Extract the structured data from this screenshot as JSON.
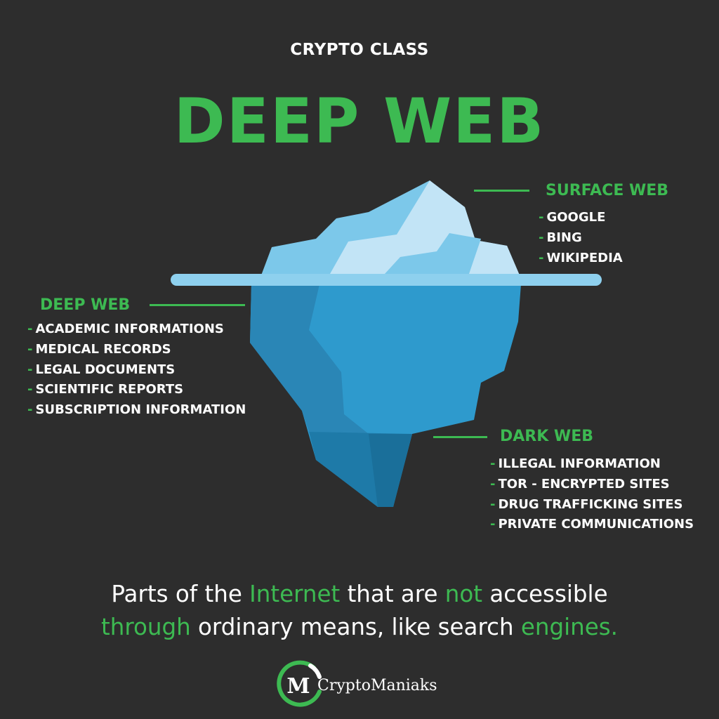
{
  "kicker": "CRYPTO CLASS",
  "headline": "DEEP WEB",
  "surface": {
    "title": "SURFACE WEB",
    "items": [
      "GOOGLE",
      "BING",
      "WIKIPEDIA"
    ]
  },
  "deep": {
    "title": "DEEP WEB",
    "items": [
      "ACADEMIC INFORMATIONS",
      "MEDICAL RECORDS",
      "LEGAL DOCUMENTS",
      "SCIENTIFIC REPORTS",
      "SUBSCRIPTION INFORMATION"
    ]
  },
  "dark": {
    "title": "DARK WEB",
    "items": [
      "ILLEGAL INFORMATION",
      "TOR - ENCRYPTED SITES",
      "DRUG TRAFFICKING SITES",
      "PRIVATE COMMUNICATIONS"
    ]
  },
  "bullet_dash": "-",
  "tagline": {
    "l1a": "Parts of the ",
    "l1b": "Internet",
    "l1c": " that are ",
    "l1d": "not",
    "l1e": " accessible",
    "l2a": "through",
    "l2b": " ordinary means, like search ",
    "l2c": "engines."
  },
  "logo": {
    "mark": "M",
    "name": "CryptoManiaks"
  },
  "colors": {
    "background": "#2d2d2d",
    "accent": "#3dba52",
    "text": "#ffffff",
    "ice_top": "#7cc8ea",
    "ice_top_light": "#c2e4f6",
    "ice_mid": "#2e9acd",
    "ice_dark": "#1e7aa8",
    "waterline": "#8ed0ee"
  }
}
